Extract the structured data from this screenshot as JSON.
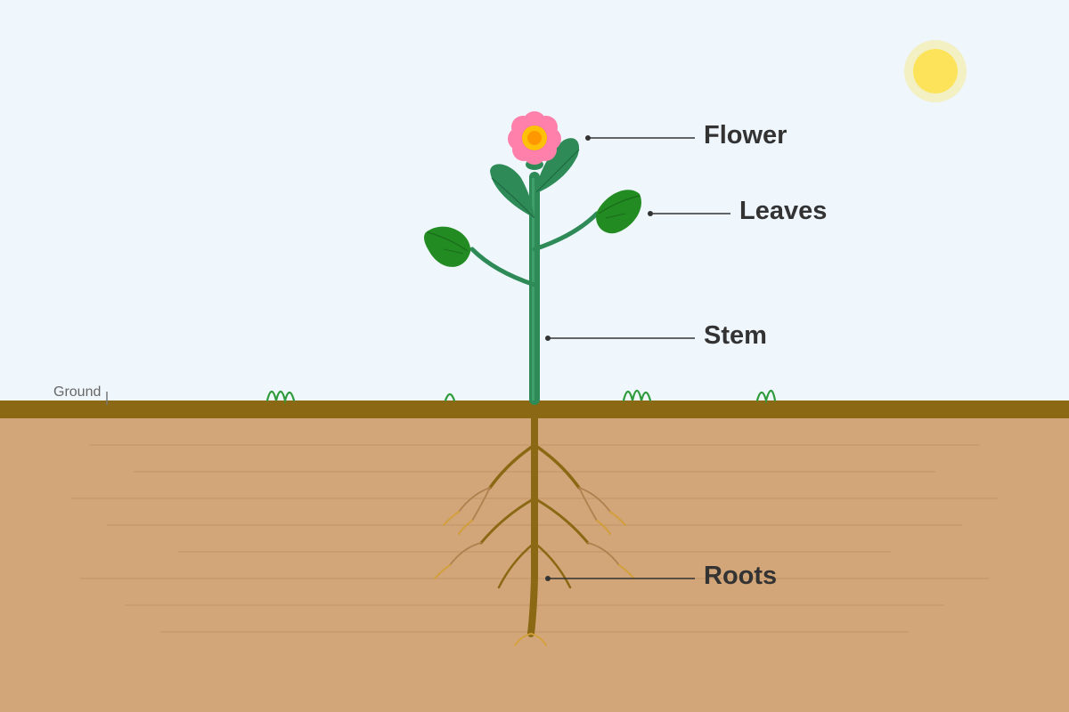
{
  "labels": {
    "flower": "Flower",
    "leaves": "Leaves",
    "stem": "Stem",
    "roots": "Roots",
    "ground": "Ground"
  },
  "colors": {
    "sky": "#eff7fd",
    "soil": "#d2a678",
    "ground_line": "#8b6914",
    "stem": "#2e8b57",
    "leaf": "#228b22",
    "petal": "#ff80ab",
    "flower_center": "#ffc107",
    "sun": "#fde35a",
    "root": "#8b6914",
    "callout": "#333333"
  }
}
